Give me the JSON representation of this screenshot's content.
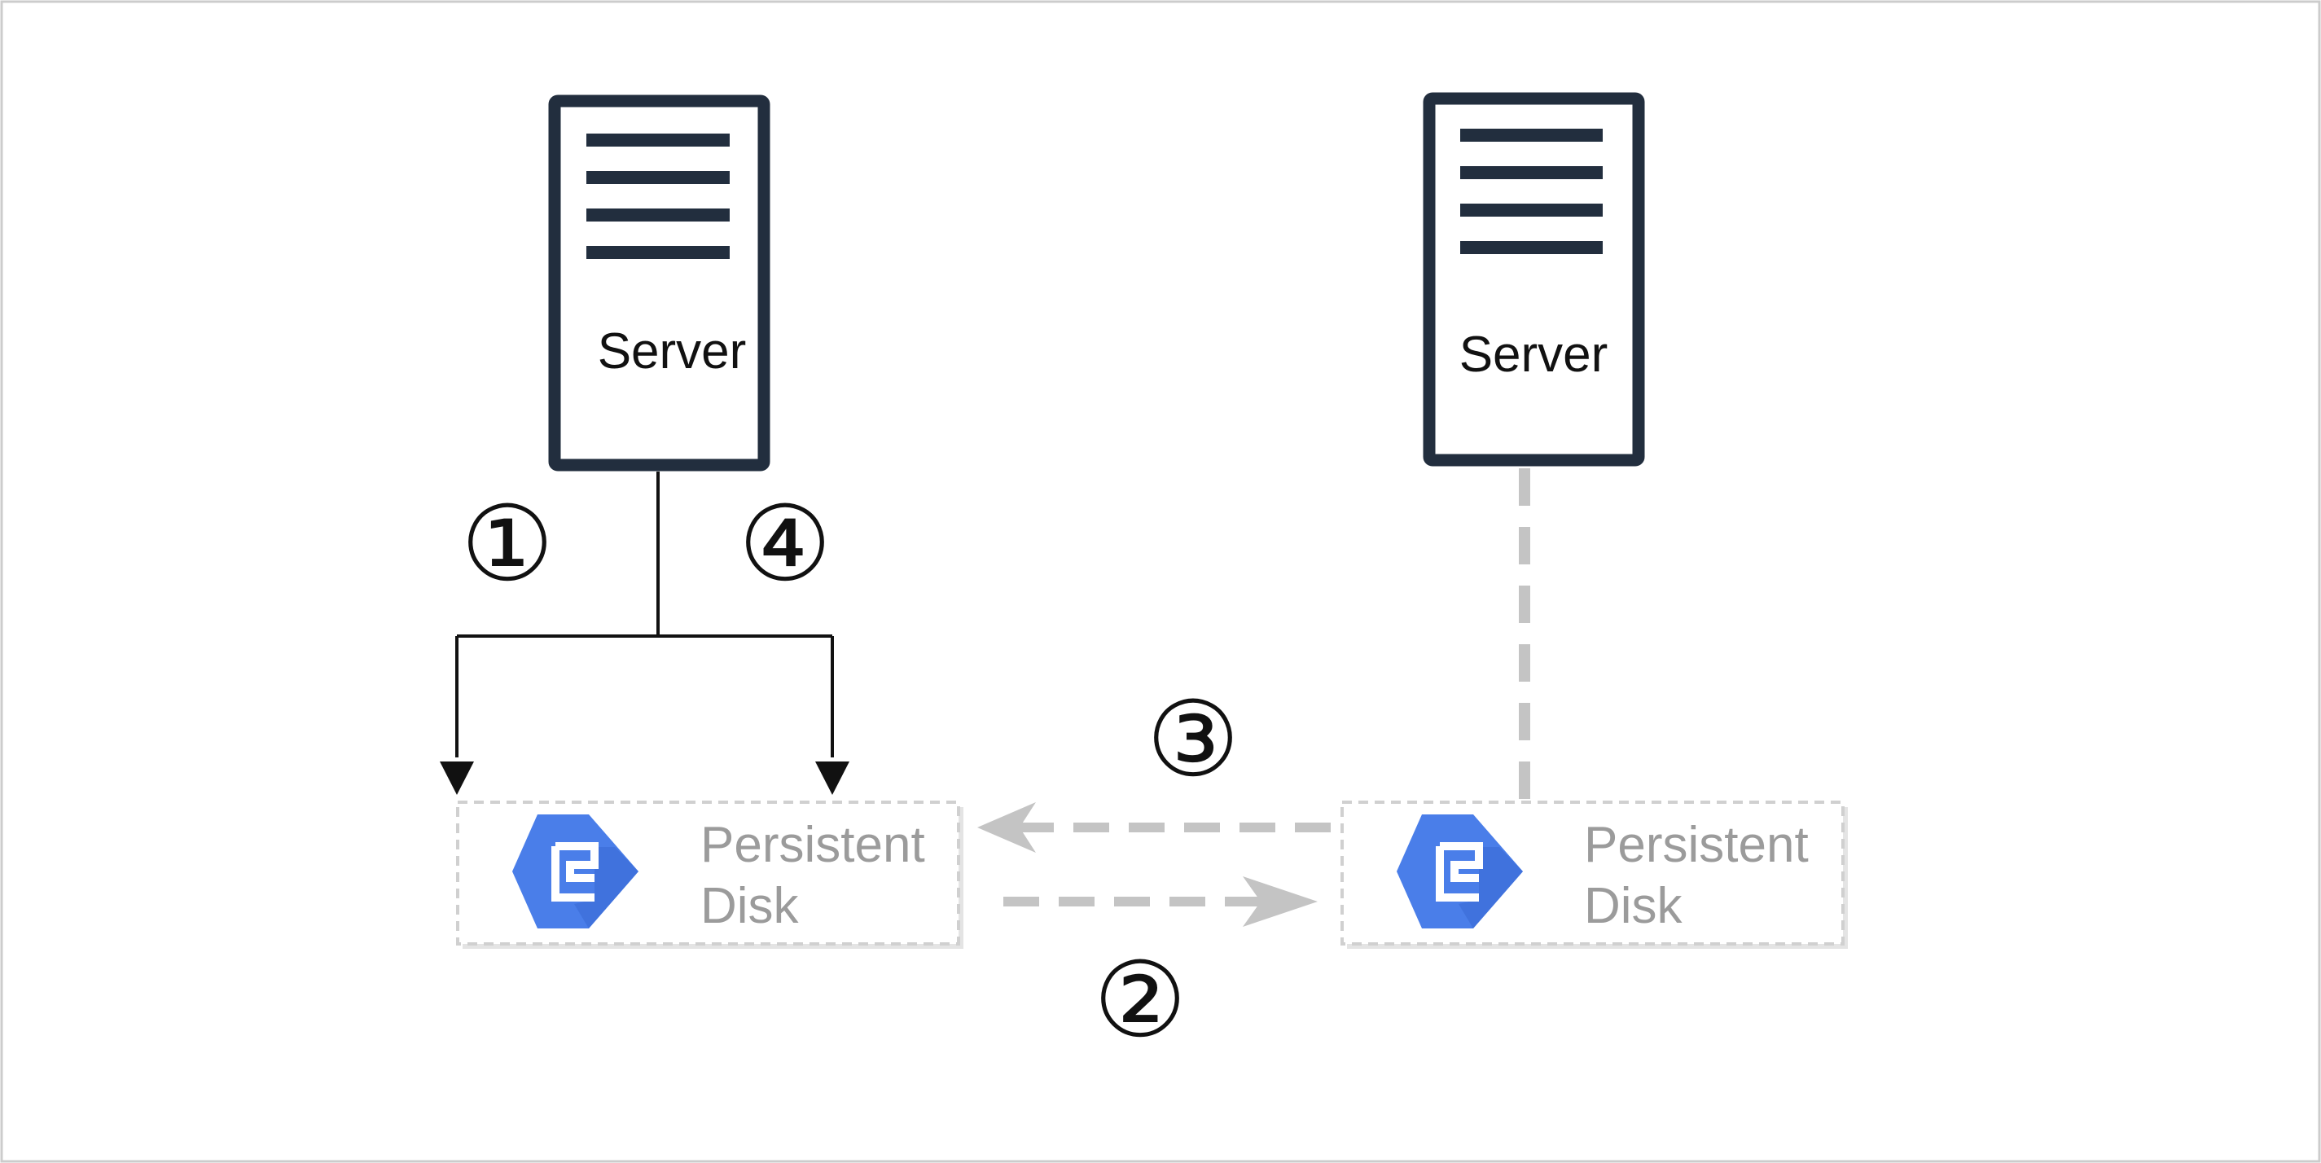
{
  "nodes": {
    "server_left": {
      "label": "Server"
    },
    "server_right": {
      "label": "Server"
    },
    "disk_left": {
      "label_line1": "Persistent",
      "label_line2": "Disk",
      "icon": "persistent-disk-icon"
    },
    "disk_right": {
      "label_line1": "Persistent",
      "label_line2": "Disk",
      "icon": "persistent-disk-icon"
    }
  },
  "steps": {
    "step1": "①",
    "step2": "②",
    "step3": "③",
    "step4": "④"
  },
  "colors": {
    "server": "#222e3e",
    "solid_arrow": "#111111",
    "dashed_arrow": "#c4c4c4",
    "disk_label": "#9b9b9b",
    "disk_icon": "#4a7ee9",
    "frame_border": "#cccccc"
  }
}
